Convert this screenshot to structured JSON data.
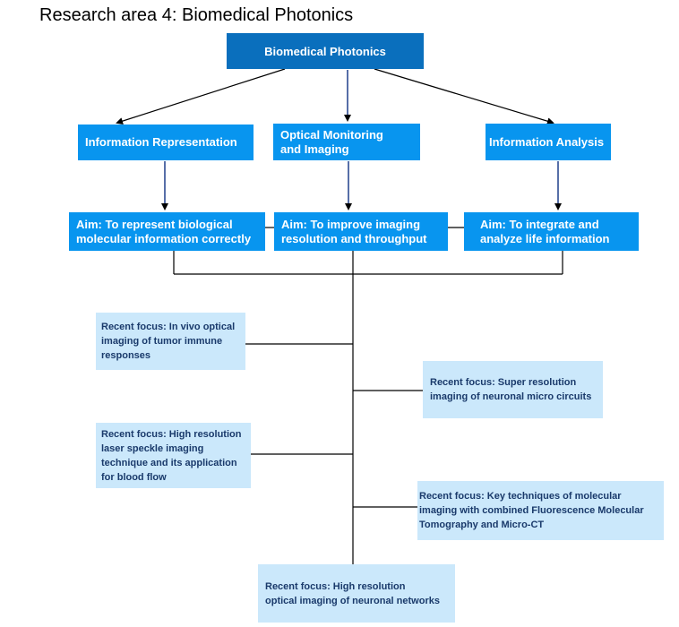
{
  "title": "Research area 4: Biomedical Photonics",
  "root": {
    "label": "Biomedical Photonics"
  },
  "categories": [
    {
      "label": "Information Representation"
    },
    {
      "label": "Optical Monitoring\nand Imaging"
    },
    {
      "label": "Information Analysis"
    }
  ],
  "aims": [
    {
      "label": "Aim: To represent biological\nmolecular information correctly"
    },
    {
      "label": "Aim: To improve imaging\nresolution and throughput"
    },
    {
      "label": "Aim: To integrate and\nanalyze life information"
    }
  ],
  "focus": [
    {
      "label": "Recent focus: In vivo optical\nimaging of tumor immune\nresponses"
    },
    {
      "label": "Recent focus: Super resolution\nimaging of neuronal micro circuits"
    },
    {
      "label": "Recent focus: High resolution\nlaser speckle imaging\ntechnique and its application\nfor blood flow"
    },
    {
      "label": "Recent focus: Key techniques of molecular\n imaging with combined Fluorescence Molecular\nTomography and Micro-CT"
    },
    {
      "label": "Recent focus: High resolution\noptical imaging of neuronal networks"
    }
  ],
  "colors": {
    "root": "#0a6fbd",
    "category": "#0895ef",
    "focus": "#cbe8fb",
    "focus_text": "#1a3a6b"
  }
}
